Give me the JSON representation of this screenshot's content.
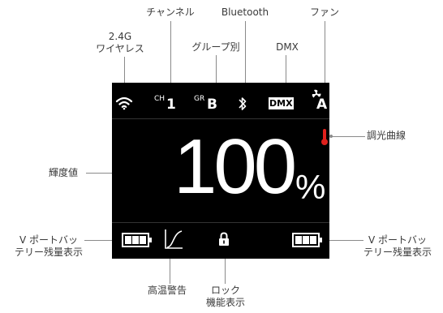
{
  "labels": {
    "wireless": [
      "2.4G",
      "ワイヤレス"
    ],
    "channel": "チャンネル",
    "group": "グループ別",
    "bluetooth": "Bluetooth",
    "dmx": "DMX",
    "fan": "ファン",
    "dimming_curve": "調光曲線",
    "brightness": "輝度値",
    "v_port_left": [
      "V ポートバッ",
      "テリー残量表示"
    ],
    "v_port_right": [
      "V ポートバッ",
      "テリー残量表示"
    ],
    "overheat": "高温警告",
    "lock": [
      "ロック",
      "機能表示"
    ]
  },
  "screen": {
    "channel_prefix": "CH",
    "channel_value": "1",
    "group_prefix": "GR",
    "group_value": "B",
    "dmx_badge": "DMX",
    "fan_mode": "A",
    "brightness_value": "100",
    "brightness_unit": "%",
    "battery_left_cells": 3,
    "battery_right_cells": 3
  },
  "icons": [
    "wifi-icon",
    "bluetooth-icon",
    "fan-icon",
    "thermometer-icon",
    "curve-icon",
    "lock-icon",
    "battery-icon"
  ],
  "colors": {
    "screen_bg": "#000000",
    "thermometer": "#e0201c"
  }
}
